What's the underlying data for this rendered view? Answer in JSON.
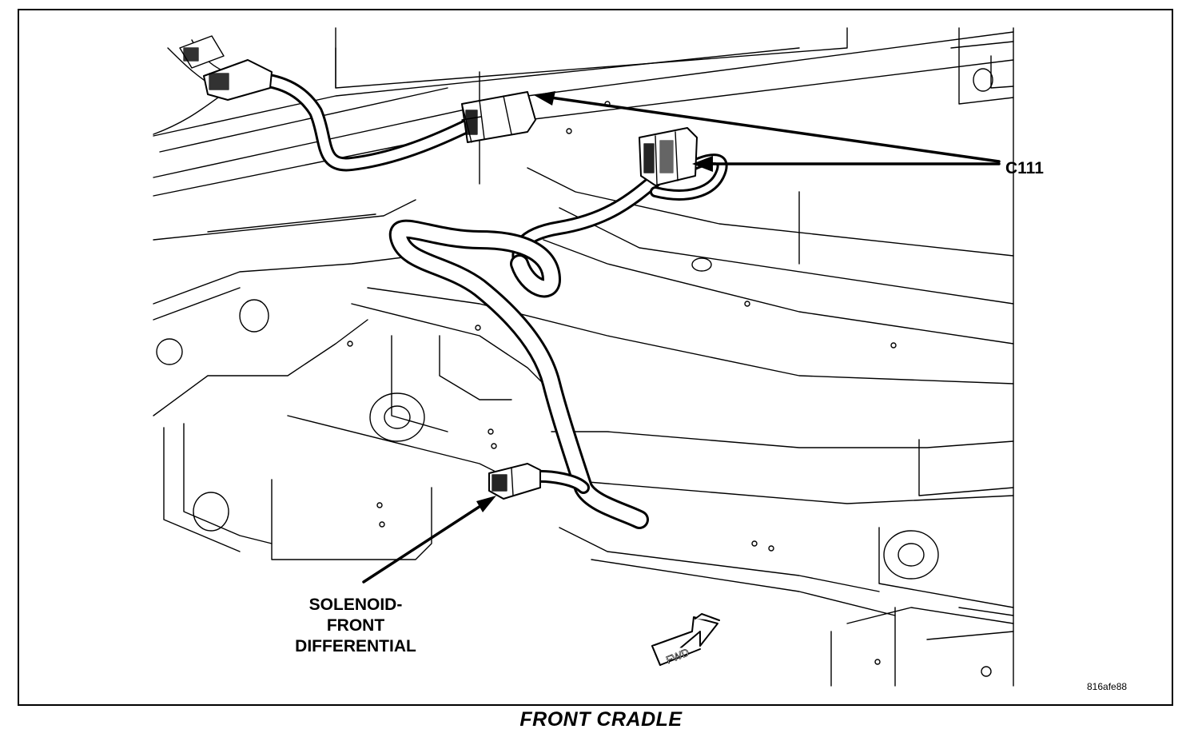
{
  "figure": {
    "caption": "FRONT CRADLE",
    "figure_id": "816afe88"
  },
  "callouts": {
    "connector": "C111",
    "solenoid_line1": "SOLENOID-",
    "solenoid_line2": "FRONT",
    "solenoid_line3": "DIFFERENTIAL"
  },
  "direction_marker": {
    "text": "FWD"
  }
}
